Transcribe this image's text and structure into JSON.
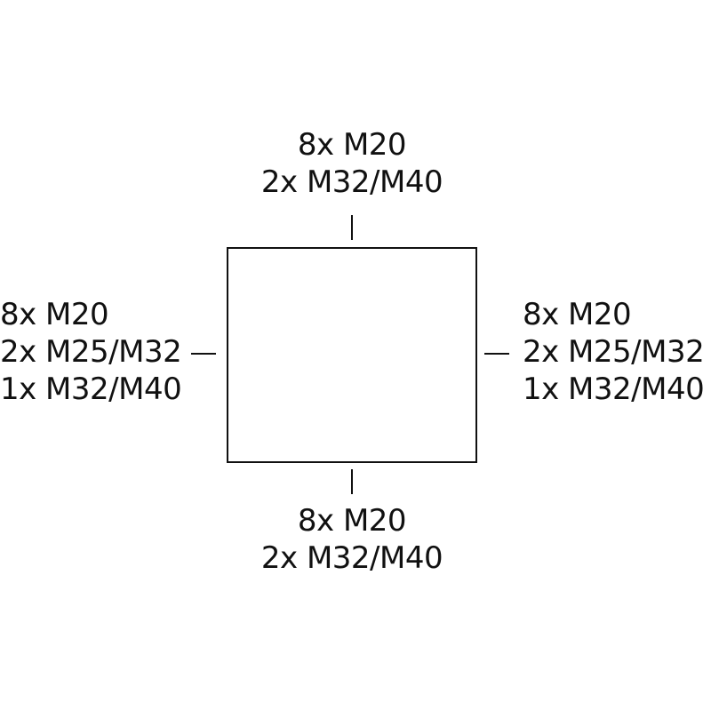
{
  "top": {
    "lines": [
      "8x M20",
      "2x M32/M40"
    ]
  },
  "bottom": {
    "lines": [
      "8x M20",
      "2x M32/M40"
    ]
  },
  "left": {
    "lines": [
      "8x M20",
      "2x M25/M32",
      "1x M32/M40"
    ]
  },
  "right": {
    "lines": [
      "8x M20",
      "2x M25/M32",
      "1x M32/M40"
    ]
  },
  "colors": {
    "stroke": "#111111",
    "background": "#ffffff"
  }
}
